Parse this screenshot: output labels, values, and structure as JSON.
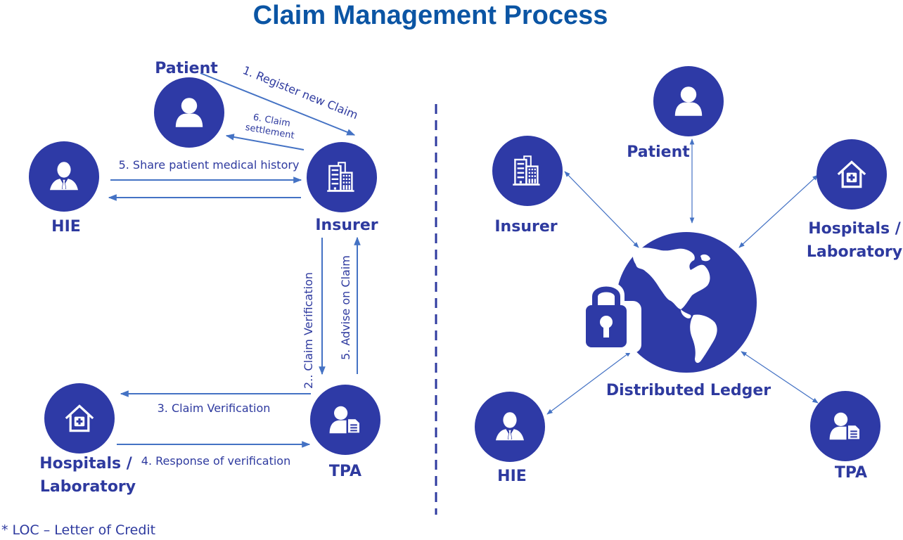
{
  "title": "Claim Management Process",
  "colors": {
    "title": "#0b55a4",
    "node": "#2e3aa6",
    "text": "#2e3a9f",
    "arrow": "#4472c4"
  },
  "left_diagram": {
    "nodes": {
      "patient": {
        "label": "Patient",
        "icon": "person-icon"
      },
      "hie": {
        "label": "HIE",
        "icon": "businessman-icon"
      },
      "insurer": {
        "label": "Insurer",
        "icon": "building-icon"
      },
      "tpa": {
        "label": "TPA",
        "icon": "person-document-icon"
      },
      "hospitals": {
        "label_line1": "Hospitals /",
        "label_line2": "Laboratory",
        "icon": "hospital-icon"
      }
    },
    "edges": {
      "register_claim": "1. Register new Claim",
      "claim_settlement_line1": "6. Claim",
      "claim_settlement_line2": "settlement",
      "share_history": "5. Share patient medical history",
      "claim_verification_vertical": "2.. Claim Verification",
      "advise_on_claim": "5. Advise on Claim",
      "claim_verification": "3. Claim Verification",
      "response_verification": "4. Response of verification"
    }
  },
  "right_diagram": {
    "center": {
      "label": "Distributed Ledger",
      "icon": "globe-icon",
      "secondary_icon": "lock-icon"
    },
    "nodes": {
      "patient": {
        "label": "Patient",
        "icon": "person-icon"
      },
      "insurer": {
        "label": "Insurer",
        "icon": "building-icon"
      },
      "hospitals": {
        "label_line1": "Hospitals /",
        "label_line2": "Laboratory",
        "icon": "hospital-icon"
      },
      "hie": {
        "label": "HIE",
        "icon": "businessman-icon"
      },
      "tpa": {
        "label": "TPA",
        "icon": "person-document-icon"
      }
    }
  },
  "footnote": "* LOC – Letter of Credit"
}
